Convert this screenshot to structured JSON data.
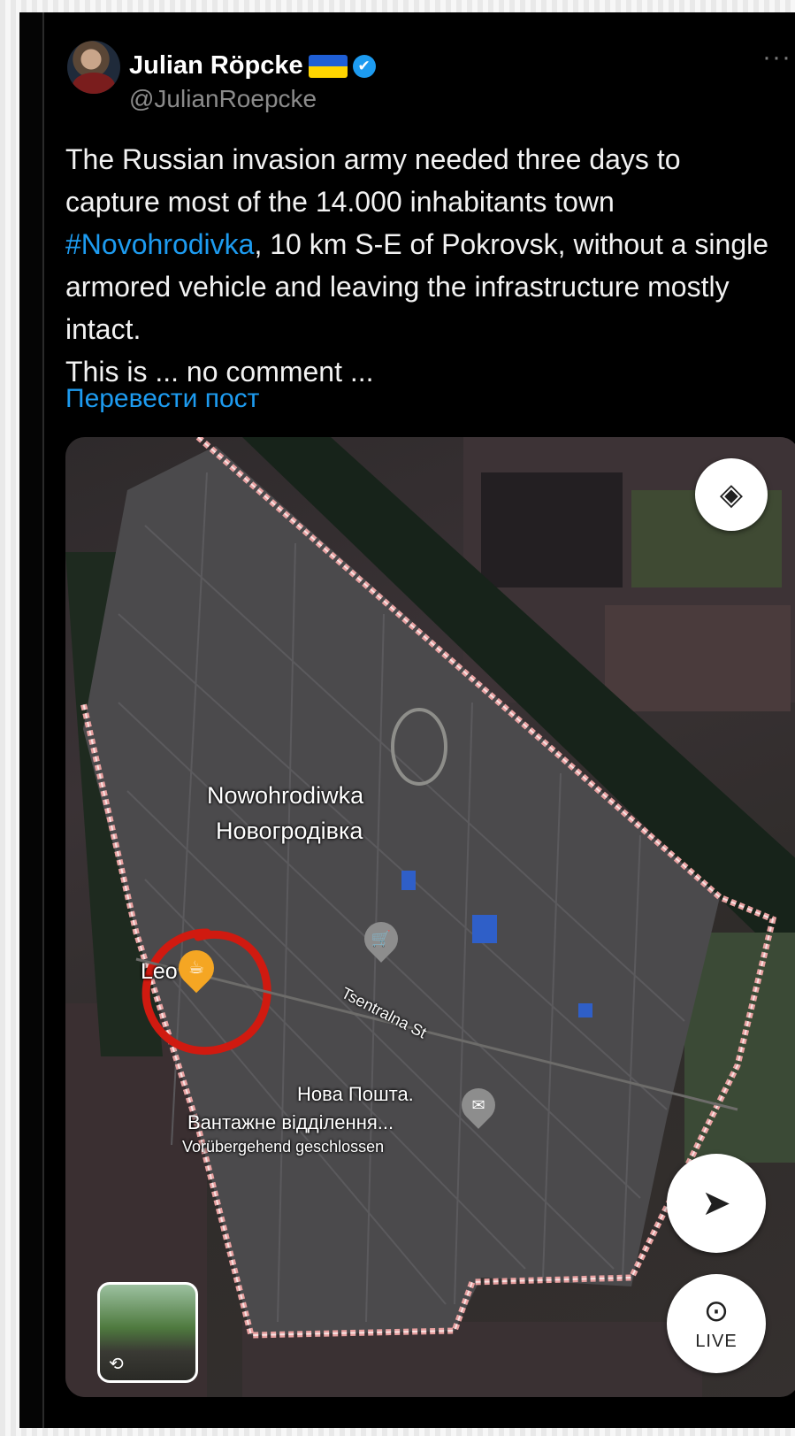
{
  "tweet": {
    "author_name": "Julian Röpcke",
    "handle": "@JulianRoepcke",
    "more_label": "···",
    "verified_icon": "✔",
    "text_part1": "The Russian invasion army needed three days to capture most of the 14.000 inhabitants town ",
    "hashtag": "#Novohrodivka",
    "text_part2": ", 10 km S-E of Pokrovsk, without a single armored vehicle and leaving the infrastructure mostly intact.",
    "text_line_last": "This is ... no comment ...",
    "translate_label": "Перевести пост"
  },
  "map": {
    "town_name_latin": "Nowohrodiwka",
    "town_name_cyrillic": "Новогродівка",
    "cafe_label": "Leo",
    "street_label": "Tsentralna St",
    "post_office_name": "Нова Пошта.",
    "post_office_branch": "Вантажне відділення...",
    "post_office_status": "Vorübergehend geschlossen",
    "live_label": "LIVE",
    "icons": {
      "layers": "layers-icon",
      "navigate": "navigation-arrow-icon",
      "live": "live-location-icon",
      "cafe": "cafe-icon",
      "shop": "shopping-cart-icon",
      "mail": "mail-icon",
      "streetview_rotate": "rotate-360-icon"
    }
  },
  "colors": {
    "link": "#1d9bf0",
    "background": "#000000",
    "boundary": "#e8a0a0",
    "highlight_circle": "#d01a10",
    "cafe_pin": "#f5a623"
  }
}
